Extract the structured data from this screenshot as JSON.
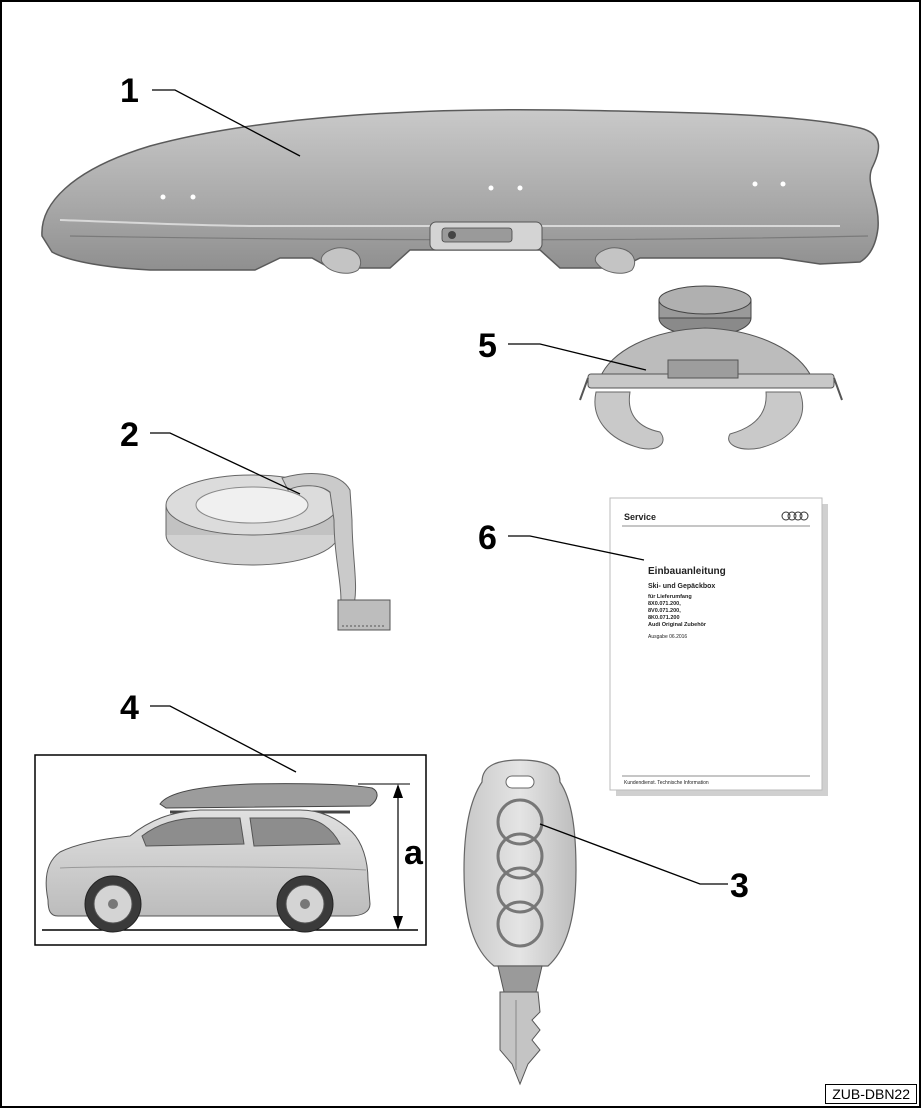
{
  "callouts": [
    {
      "id": "1",
      "label": "1"
    },
    {
      "id": "2",
      "label": "2"
    },
    {
      "id": "3",
      "label": "3"
    },
    {
      "id": "4",
      "label": "4"
    },
    {
      "id": "5",
      "label": "5"
    },
    {
      "id": "6",
      "label": "6"
    }
  ],
  "dimension_label": "a",
  "manual": {
    "header": "Service",
    "title": "Einbauanleitung",
    "subtitle": "Ski- und Gepäckbox",
    "lines": [
      "für Lieferumfang",
      "8X0.071.200,",
      "8V0.071.200,",
      "8K0.071.200",
      "Audi Original Zubehör"
    ],
    "edition": "Ausgabe 06.2016",
    "footer": "Kundendienst. Technische Information"
  },
  "image_code": "ZUB-DBN22",
  "colors": {
    "part_fill": "#b3b3b3",
    "part_dark": "#8c8c8c",
    "part_light": "#d6d6d6",
    "outline": "#000000"
  }
}
